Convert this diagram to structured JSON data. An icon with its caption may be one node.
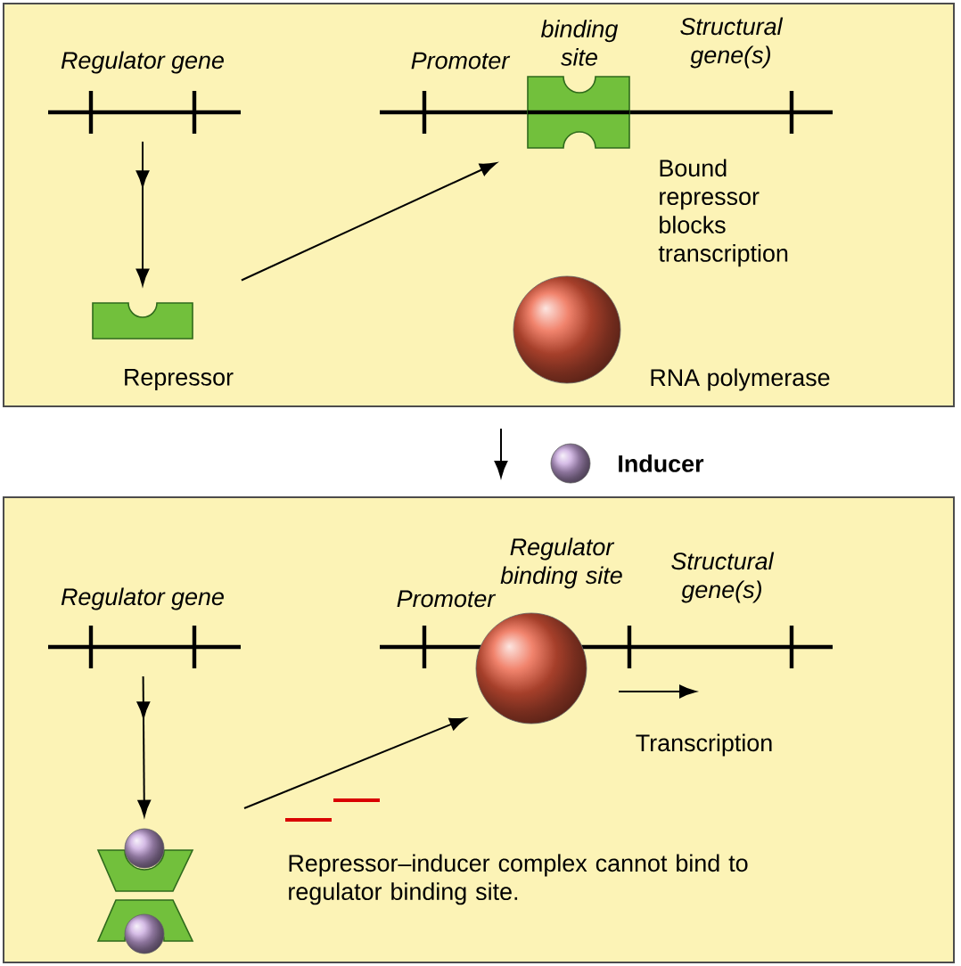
{
  "diagram": {
    "nodes": [
      {
        "text": [],
        "shape": "box"
      },
      {
        "text": [
          "Regulator gene"
        ],
        "in": 0
      },
      {
        "text": [],
        "shape": "box",
        "beside": [
          "Repressor"
        ],
        "in": 0
      },
      {
        "text": [],
        "shape": "box",
        "in": 0
      },
      {
        "text": [],
        "shape": "circle",
        "beside": [
          "RNA polymerase"
        ],
        "in": 0
      },
      {
        "text": [],
        "shape": "box"
      },
      {
        "text": [
          "Regulator gene"
        ],
        "in": 5
      },
      {
        "text": [],
        "shape": "box",
        "in": 5
      },
      {
        "text": [],
        "shape": "circle",
        "in": 5
      }
    ],
    "edges": [
      {
        "from": 1,
        "to": 2,
        "arrow": "to"
      },
      {
        "from": 2,
        "to": 3,
        "arrow": "to"
      },
      {
        "from": 0,
        "to": 5,
        "arrow": "to"
      },
      {
        "from": 6,
        "to": 7,
        "arrow": "to"
      },
      {
        "from": 7,
        "to": 8,
        "arrow": "to"
      }
    ],
    "labels": [
      "binding site",
      "Promoter",
      "Structural gene(s)",
      "Bound repressor blocks transcription",
      "Inducer",
      "Regulator binding site",
      "Promoter",
      "Structural gene(s)",
      "Transcription",
      "Repressor–inducer complex cannot bind to regulator binding site."
    ]
  }
}
